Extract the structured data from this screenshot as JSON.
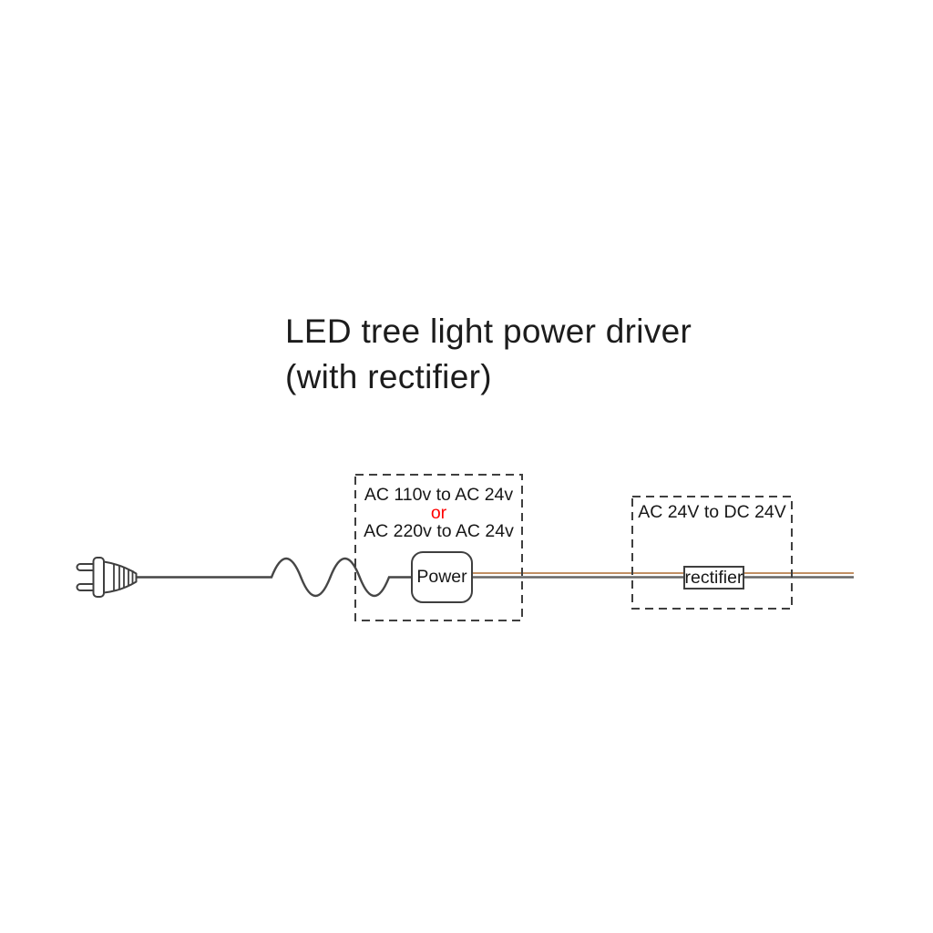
{
  "title": {
    "line1": "LED tree light power driver",
    "line2": "(with rectifier)"
  },
  "power_section": {
    "spec_line1": "AC 110v to AC 24v",
    "spec_or": "or",
    "spec_line2": "AC 220v to AC 24v",
    "device_label": "Power"
  },
  "rectifier_section": {
    "spec": "AC 24V to DC 24V",
    "device_label": "rectifier"
  },
  "icons": {
    "plug": "ac-plug-icon"
  },
  "colors": {
    "line_art": "#3f3f3f",
    "cord": "#464646",
    "or_accent": "#ff0000",
    "wire_brown": "#c18f63",
    "wire_gray": "#666666",
    "text": "#1c1c1c",
    "background": "#ffffff"
  }
}
